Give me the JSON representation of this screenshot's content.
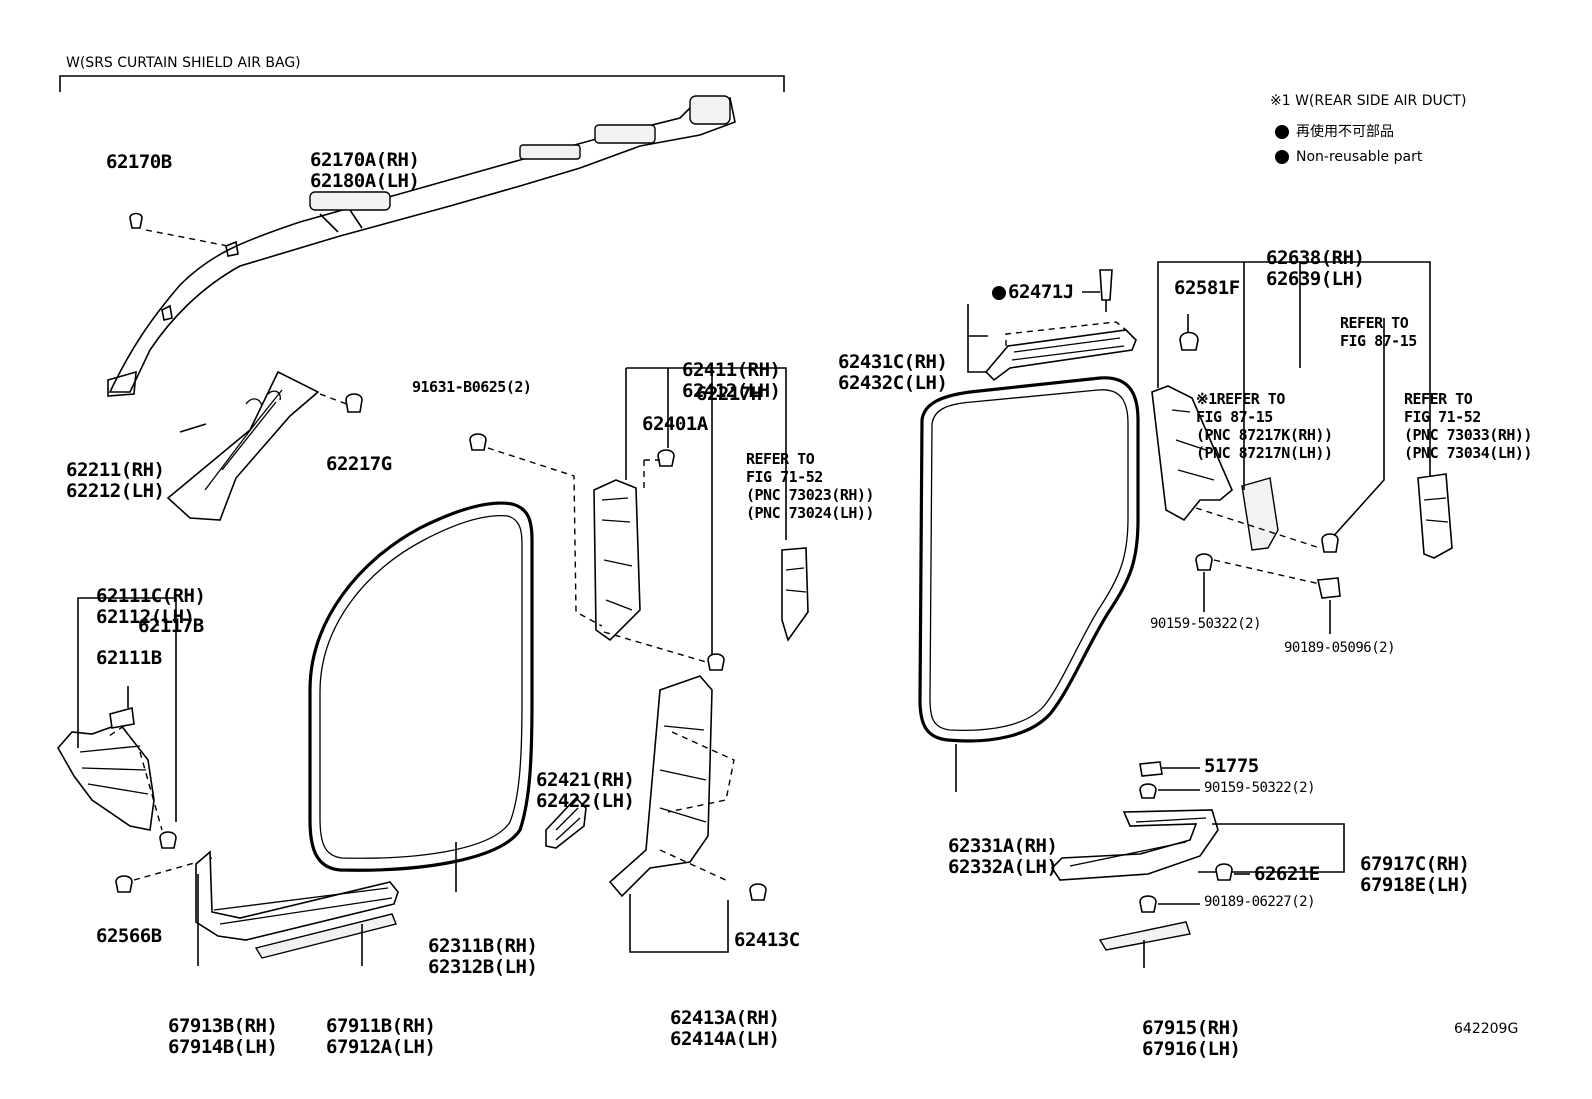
{
  "header": {
    "variant_label": "W(SRS CURTAIN SHIELD AIR BAG)"
  },
  "legend": {
    "note1": "※1 W(REAR SIDE AIR DUCT)",
    "non_reusable_jp": "再使用不可部品",
    "non_reusable_en": "Non-reusable part"
  },
  "figure_id": "642209G",
  "labels": {
    "p62170a": [
      "62170A(RH)",
      "62180A(LH)"
    ],
    "p62170b": "62170B",
    "p62211": [
      "62211(RH)",
      "62212(LH)"
    ],
    "p62217g": "62217G",
    "p91631": "91631-B0625(2)",
    "p62411": [
      "62411(RH)",
      "62412(LH)"
    ],
    "p62217h": "62217H",
    "p62401a": "62401A",
    "ref7152a": [
      "REFER TO",
      "FIG 71-52",
      "(PNC 73023(RH))",
      "(PNC 73024(LH))"
    ],
    "p62111c": [
      "62111C(RH)",
      "62112(LH)"
    ],
    "p62117b": "62117B",
    "p62111b": "62111B",
    "p62566b": "62566B",
    "p67913b": [
      "67913B(RH)",
      "67914B(LH)"
    ],
    "p67911b": [
      "67911B(RH)",
      "67912A(LH)"
    ],
    "p62311b": [
      "62311B(RH)",
      "62312B(LH)"
    ],
    "p62421": [
      "62421(RH)",
      "62422(LH)"
    ],
    "p62413c": "62413C",
    "p62413a": [
      "62413A(RH)",
      "62414A(LH)"
    ],
    "p62471j": "62471J",
    "p62431c": [
      "62431C(RH)",
      "62432C(LH)"
    ],
    "p62638": [
      "62638(RH)",
      "62639(LH)"
    ],
    "p62581f": "62581F",
    "ref8715a": [
      "REFER TO",
      "FIG 87-15"
    ],
    "ref8715b": [
      "※1REFER TO",
      "FIG 87-15",
      "(PNC 87217K(RH))",
      "(PNC 87217N(LH))"
    ],
    "ref7152b": [
      "REFER TO",
      "FIG 71-52",
      "(PNC 73033(RH))",
      "(PNC 73034(LH))"
    ],
    "p90159a": "90159-50322(2)",
    "p90189a": "90189-05096(2)",
    "p62331a": [
      "62331A(RH)",
      "62332A(LH)"
    ],
    "p51775": "51775",
    "p90159b": "90159-50322(2)",
    "p67917c": [
      "67917C(RH)",
      "67918E(LH)"
    ],
    "p62621e": "62621E",
    "p90189b": "90189-06227(2)",
    "p67915": [
      "67915(RH)",
      "67916(LH)"
    ]
  }
}
